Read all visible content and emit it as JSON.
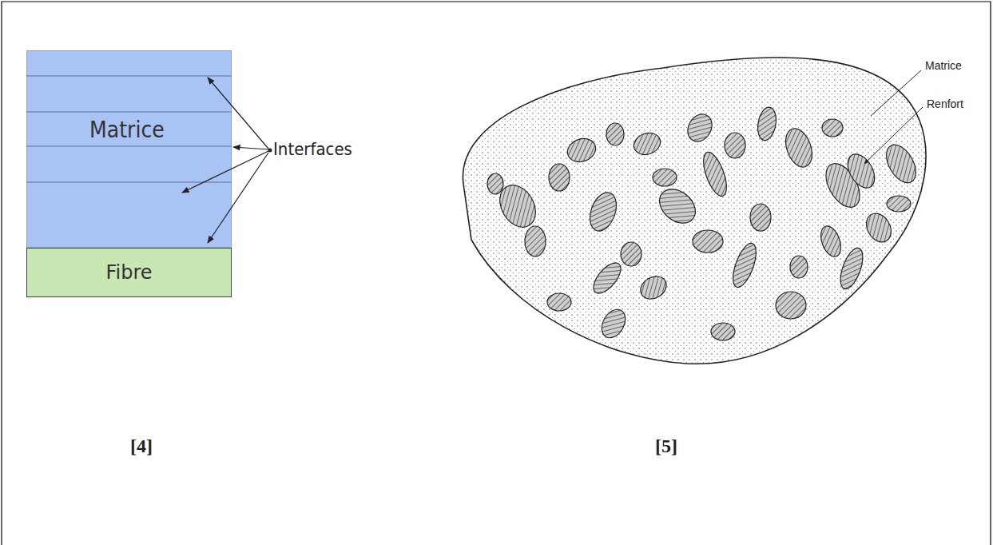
{
  "diagram": {
    "nodes": [
      {
        "text": [
          "Matrice"
        ]
      },
      {
        "text": [
          "Fibre"
        ]
      }
    ],
    "labels": [
      "Interfaces",
      "Matrice",
      "Renfort",
      "[4]",
      "[5]"
    ]
  }
}
